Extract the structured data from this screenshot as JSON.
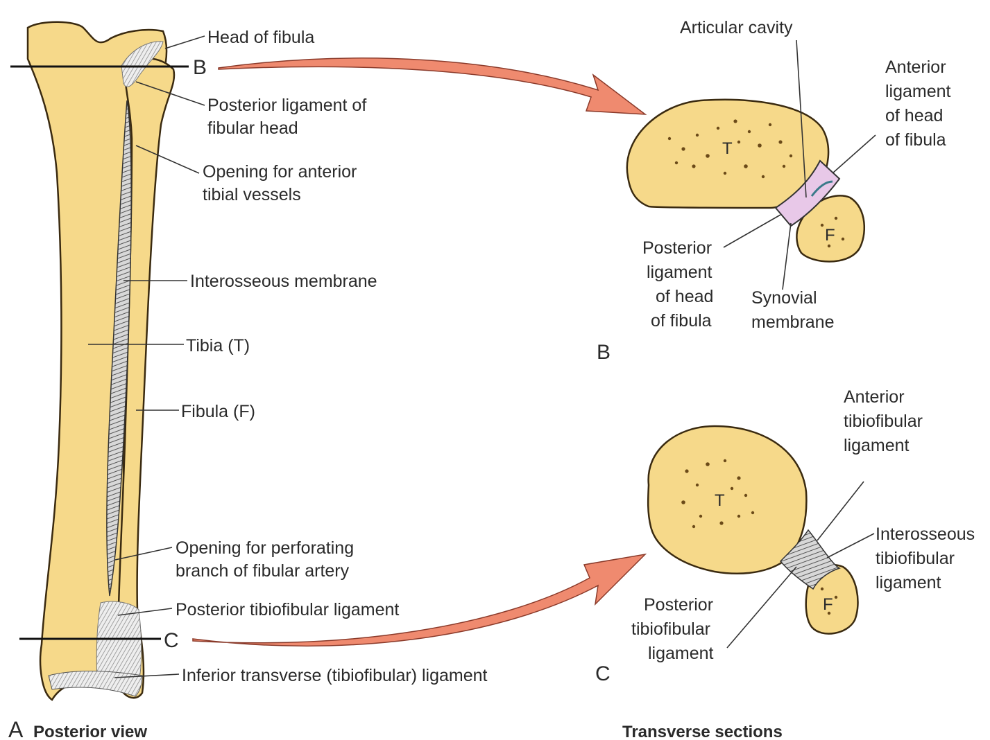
{
  "panel_a": {
    "letter": "A",
    "caption": "Posterior view",
    "labels": {
      "head_of_fibula": "Head of fibula",
      "post_lig_1": "Posterior ligament of",
      "post_lig_2": "fibular head",
      "ant_tibial_1": "Opening for anterior",
      "ant_tibial_2": "tibial vessels",
      "interosseous": "Interosseous membrane",
      "tibia": "Tibia (T)",
      "fibula": "Fibula (F)",
      "perforating_1": "Opening for perforating",
      "perforating_2": "branch of fibular artery",
      "post_tibiofib": "Posterior tibiofibular ligament",
      "inferior_transverse": "Inferior transverse (tibiofibular) ligament"
    },
    "cut_b": "B",
    "cut_c": "C"
  },
  "panel_b": {
    "letter": "B",
    "tibia_letter": "T",
    "fibula_letter": "F",
    "articular": "Articular cavity",
    "anterior": [
      "Anterior",
      "ligament",
      "of head",
      "of fibula"
    ],
    "posterior": [
      "Posterior",
      "ligament",
      "of head",
      "of fibula"
    ],
    "synovial": [
      "Synovial",
      "membrane"
    ]
  },
  "panel_c": {
    "letter": "C",
    "tibia_letter": "T",
    "fibula_letter": "F",
    "anterior": [
      "Anterior",
      "tibiofibular",
      "ligament"
    ],
    "interosseous": [
      "Interosseous",
      "tibiofibular",
      "ligament"
    ],
    "posterior": [
      "Posterior",
      "tibiofibular",
      "ligament"
    ]
  },
  "sections_caption": "Transverse sections",
  "colors": {
    "bone": "#f6d98a",
    "arrow": "#ef8a6f",
    "membrane": "#e8c8e8",
    "outline": "#3a2a10"
  }
}
